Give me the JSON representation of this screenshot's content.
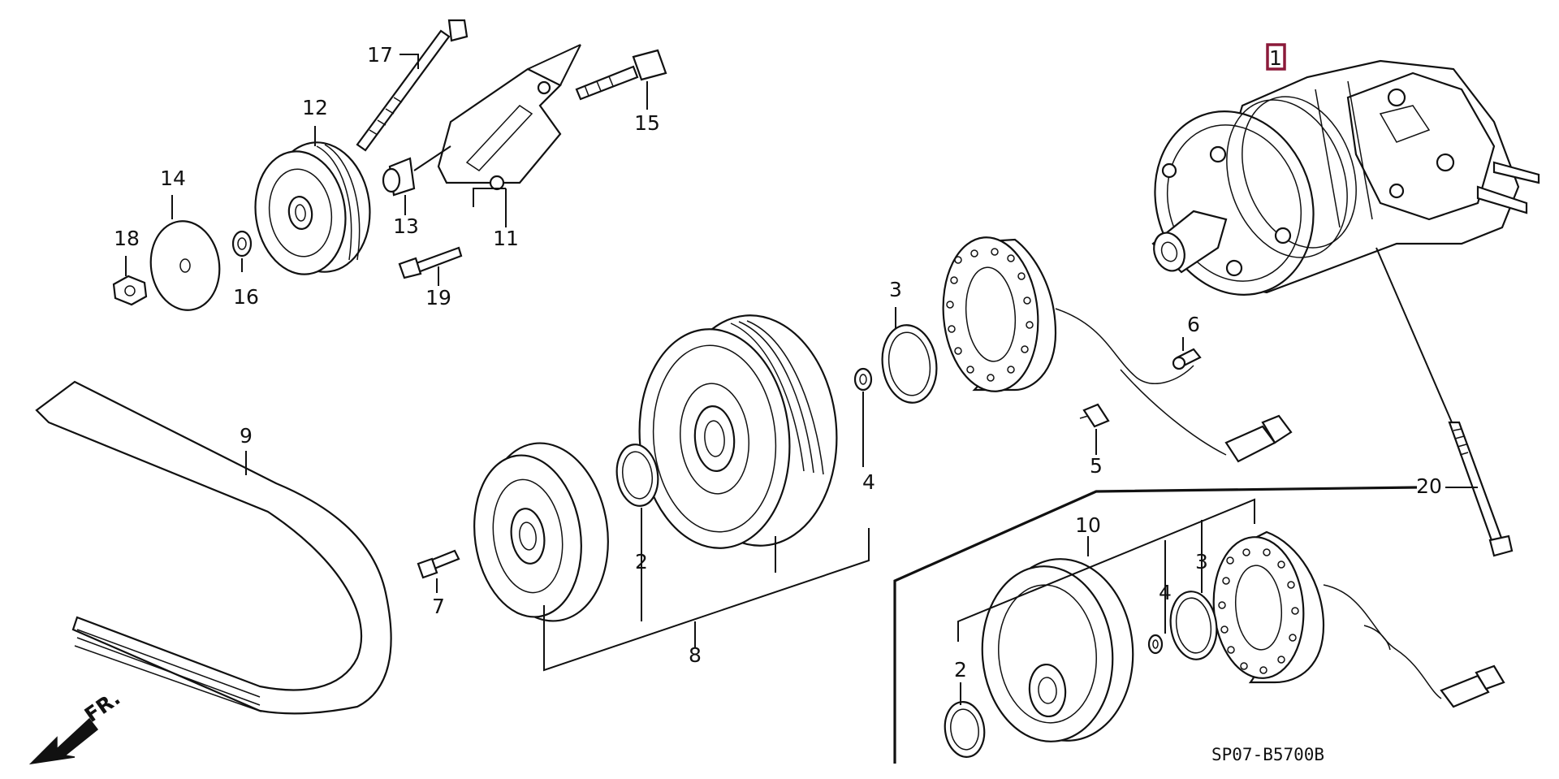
{
  "diagram": {
    "code": "SP07-B5700B",
    "direction_label": "FR.",
    "highlight_color": "#8b1a3a",
    "labels": {
      "l1": "1",
      "l2a": "2",
      "l2b": "2",
      "l3a": "3",
      "l3b": "3",
      "l4a": "4",
      "l4b": "4",
      "l5": "5",
      "l6": "6",
      "l7": "7",
      "l8": "8",
      "l9": "9",
      "l10": "10",
      "l11": "11",
      "l12": "12",
      "l13": "13",
      "l14": "14",
      "l15": "15",
      "l16": "16",
      "l17": "17",
      "l18": "18",
      "l19": "19",
      "l20": "20"
    }
  }
}
